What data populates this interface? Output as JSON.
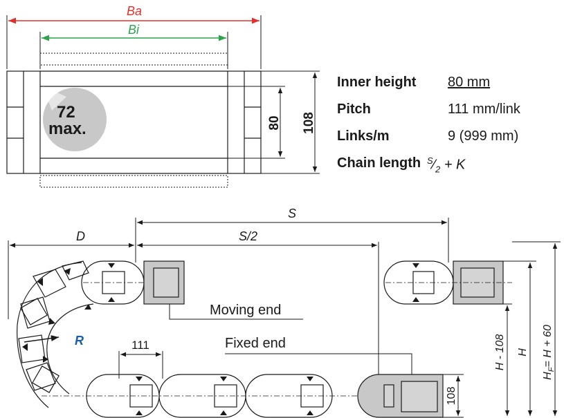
{
  "top_view": {
    "ba_label": "Ba",
    "bi_label": "Bi",
    "max_value": "72",
    "max_suffix": "max.",
    "inner_height_dim": "80",
    "outer_height_dim": "108"
  },
  "specs": {
    "inner_height_label": "Inner height",
    "inner_height_value": "80 mm",
    "pitch_label": "Pitch",
    "pitch_value": "111 mm/link",
    "links_label": "Links/m",
    "links_value": "9 (999 mm)",
    "chain_length_label": "Chain length",
    "chain_length_s": "S",
    "chain_length_den": "2",
    "chain_length_tail": "+ K"
  },
  "side_view": {
    "s_label": "S",
    "s_half_label": "S/2",
    "d_label": "D",
    "r_label": "R",
    "pitch_dim": "111",
    "moving_end": "Moving end",
    "fixed_end": "Fixed end",
    "height_108": "108",
    "h_minus_108": "H - 108",
    "h_label": "H",
    "hf_label": "H",
    "hf_sub": "F",
    "hf_tail": "= H + 60"
  },
  "colors": {
    "ba_dim": "#e0302a",
    "bi_dim": "#2aa34a",
    "r_label": "#1a5fa8",
    "bracket_fill": "#c8c8c8",
    "max_circle": "#c8c8c8",
    "line": "#1a1a1a"
  }
}
